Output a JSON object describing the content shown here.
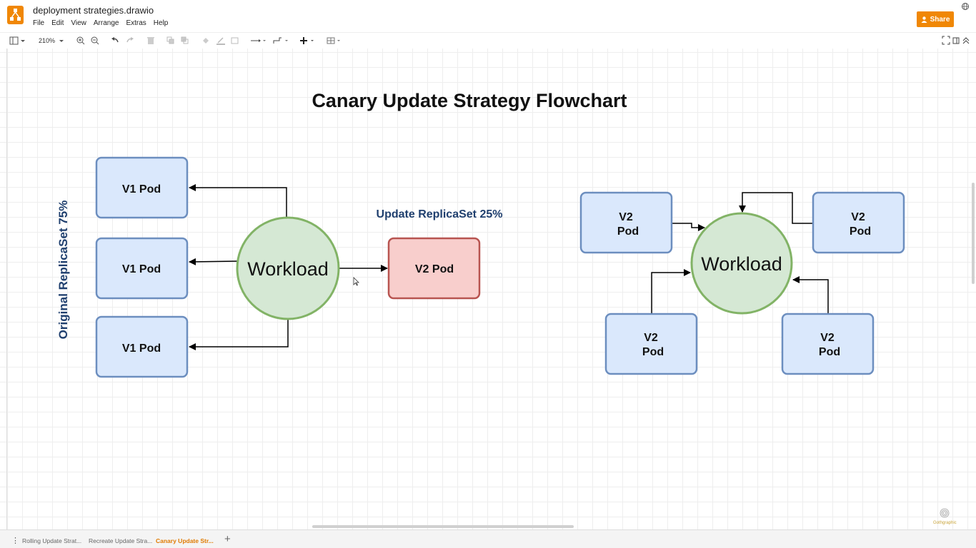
{
  "app": {
    "title": "deployment strategies.drawio",
    "menu": [
      "File",
      "Edit",
      "View",
      "Arrange",
      "Extras",
      "Help"
    ],
    "share_label": "Share",
    "accent_color": "#f08705"
  },
  "toolbar": {
    "zoom": "210%"
  },
  "diagram": {
    "title": "Canary Update Strategy Flowchart",
    "left_label": "Original ReplicaSet 75%",
    "update_label": "Update ReplicaSet 25%",
    "workload_label": "Workload",
    "v1_pod_label": "V1 Pod",
    "v2_pod_label": "V2 Pod",
    "v2_line1": "V2",
    "v2_line2": "Pod",
    "colors": {
      "pod_blue_fill": "#dae8fc",
      "pod_blue_stroke": "#6c8ebf",
      "pod_red_fill": "#f8cecc",
      "pod_red_stroke": "#b85450",
      "circle_fill": "#d5e8d4",
      "circle_stroke": "#82b366",
      "label_blue": "#1f3f6e"
    }
  },
  "tabs": [
    {
      "label": "Rolling Update Strat...",
      "active": false
    },
    {
      "label": "Recreate Update Stra...",
      "active": false
    },
    {
      "label": "Canary Update Str...",
      "active": true
    }
  ],
  "watermark": "Gothgraphic"
}
